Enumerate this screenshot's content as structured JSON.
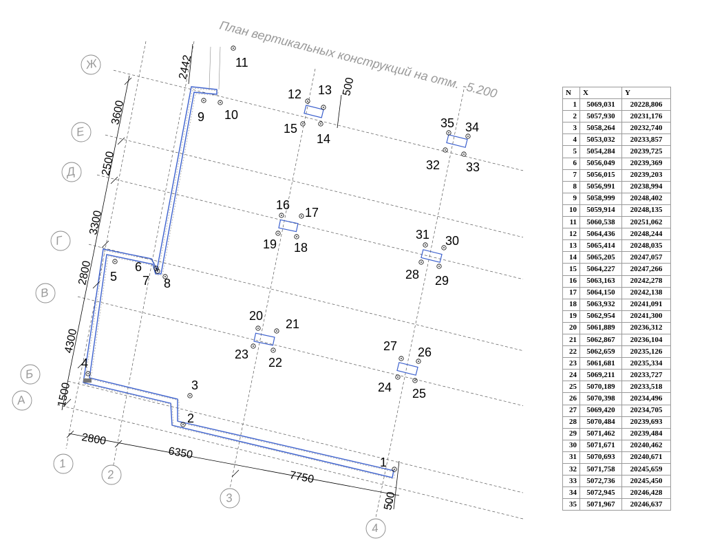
{
  "title": "План вертикальных конструкций  на отм. -5.200",
  "table": {
    "headers": [
      "N",
      "X",
      "Y"
    ],
    "rows": [
      [
        "1",
        "5069,031",
        "20228,806"
      ],
      [
        "2",
        "5057,930",
        "20231,176"
      ],
      [
        "3",
        "5058,264",
        "20232,740"
      ],
      [
        "4",
        "5053,032",
        "20233,857"
      ],
      [
        "5",
        "5054,284",
        "20239,725"
      ],
      [
        "6",
        "5056,049",
        "20239,369"
      ],
      [
        "7",
        "5056,015",
        "20239,203"
      ],
      [
        "8",
        "5056,991",
        "20238,994"
      ],
      [
        "9",
        "5058,999",
        "20248,402"
      ],
      [
        "10",
        "5059,914",
        "20248,135"
      ],
      [
        "11",
        "5060,538",
        "20251,062"
      ],
      [
        "12",
        "5064,436",
        "20248,244"
      ],
      [
        "13",
        "5065,414",
        "20248,035"
      ],
      [
        "14",
        "5065,205",
        "20247,057"
      ],
      [
        "15",
        "5064,227",
        "20247,266"
      ],
      [
        "16",
        "5063,163",
        "20242,278"
      ],
      [
        "17",
        "5064,150",
        "20242,138"
      ],
      [
        "18",
        "5063,932",
        "20241,091"
      ],
      [
        "19",
        "5062,954",
        "20241,300"
      ],
      [
        "20",
        "5061,889",
        "20236,312"
      ],
      [
        "21",
        "5062,867",
        "20236,104"
      ],
      [
        "22",
        "5062,659",
        "20235,126"
      ],
      [
        "23",
        "5061,681",
        "20235,334"
      ],
      [
        "24",
        "5069,211",
        "20233,727"
      ],
      [
        "25",
        "5070,189",
        "20233,518"
      ],
      [
        "26",
        "5070,398",
        "20234,496"
      ],
      [
        "27",
        "5069,420",
        "20234,705"
      ],
      [
        "28",
        "5070,484",
        "20239,693"
      ],
      [
        "29",
        "5071,462",
        "20239,484"
      ],
      [
        "30",
        "5071,671",
        "20240,462"
      ],
      [
        "31",
        "5070,693",
        "20240,671"
      ],
      [
        "32",
        "5071,758",
        "20245,659"
      ],
      [
        "33",
        "5072,736",
        "20245,450"
      ],
      [
        "34",
        "5072,945",
        "20246,428"
      ],
      [
        "35",
        "5071,967",
        "20246,637"
      ]
    ]
  },
  "axes_letters": [
    "Ж",
    "Е",
    "Д",
    "Г",
    "В",
    "Б",
    "А"
  ],
  "axes_numbers": [
    "1",
    "2",
    "3",
    "4"
  ],
  "dimensions": {
    "left": [
      "3600",
      "2500",
      "3300",
      "2800",
      "4300",
      "1500"
    ],
    "bottom": [
      "2800",
      "6350",
      "7750"
    ],
    "top": "2442",
    "top_right": "500",
    "bottom_right": "500"
  },
  "points": [
    {
      "n": "1"
    },
    {
      "n": "2"
    },
    {
      "n": "3"
    },
    {
      "n": "4"
    },
    {
      "n": "5"
    },
    {
      "n": "6"
    },
    {
      "n": "7"
    },
    {
      "n": "8"
    },
    {
      "n": "9"
    },
    {
      "n": "10"
    },
    {
      "n": "11"
    },
    {
      "n": "12"
    },
    {
      "n": "13"
    },
    {
      "n": "14"
    },
    {
      "n": "15"
    },
    {
      "n": "16"
    },
    {
      "n": "17"
    },
    {
      "n": "18"
    },
    {
      "n": "19"
    },
    {
      "n": "20"
    },
    {
      "n": "21"
    },
    {
      "n": "22"
    },
    {
      "n": "23"
    },
    {
      "n": "24"
    },
    {
      "n": "25"
    },
    {
      "n": "26"
    },
    {
      "n": "27"
    },
    {
      "n": "28"
    },
    {
      "n": "29"
    },
    {
      "n": "30"
    },
    {
      "n": "31"
    },
    {
      "n": "32"
    },
    {
      "n": "33"
    },
    {
      "n": "34"
    },
    {
      "n": "35"
    }
  ]
}
